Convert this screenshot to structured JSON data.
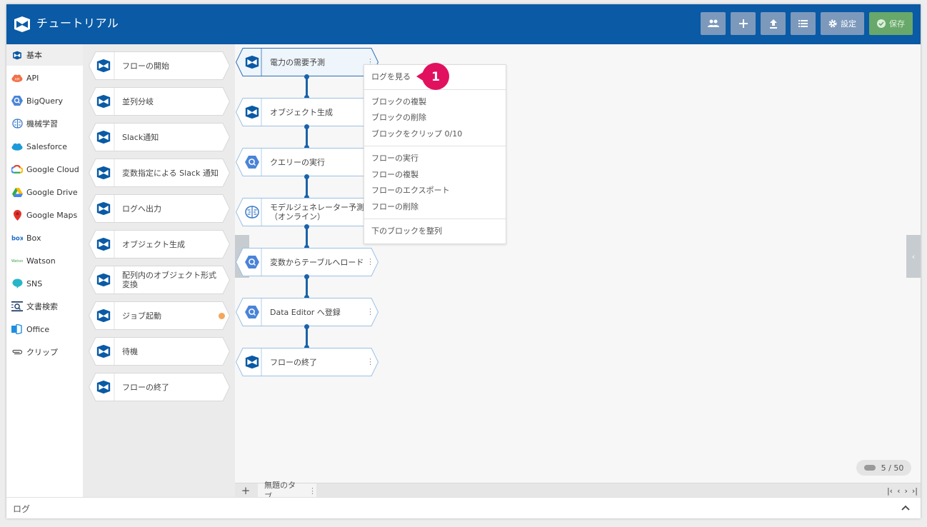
{
  "app": {
    "title": "チュートリアル"
  },
  "header_buttons": [
    {
      "name": "users-button",
      "icon": "users-icon",
      "label": ""
    },
    {
      "name": "add-button",
      "icon": "plus-icon",
      "label": ""
    },
    {
      "name": "upload-button",
      "icon": "upload-icon",
      "label": ""
    },
    {
      "name": "list-button",
      "icon": "list-icon",
      "label": ""
    },
    {
      "name": "settings-button",
      "icon": "gear-icon",
      "label": "設定"
    },
    {
      "name": "save-button",
      "icon": "check-circle-icon",
      "label": "保存"
    }
  ],
  "categories": [
    {
      "label": "基本",
      "icon": "flow-logo-icon",
      "active": true
    },
    {
      "label": "API",
      "icon": "api-cloud-icon"
    },
    {
      "label": "BigQuery",
      "icon": "bigquery-icon"
    },
    {
      "label": "機械学習",
      "icon": "brain-icon"
    },
    {
      "label": "Salesforce",
      "icon": "salesforce-cloud-icon"
    },
    {
      "label": "Google Cloud",
      "icon": "google-cloud-icon"
    },
    {
      "label": "Google Drive",
      "icon": "google-drive-icon"
    },
    {
      "label": "Google Maps",
      "icon": "map-pin-icon"
    },
    {
      "label": "Box",
      "icon": "box-logo-icon"
    },
    {
      "label": "Watson",
      "icon": "watson-logo-icon"
    },
    {
      "label": "SNS",
      "icon": "chat-bubble-icon"
    },
    {
      "label": "文書検索",
      "icon": "document-search-icon"
    },
    {
      "label": "Office",
      "icon": "office-icon"
    },
    {
      "label": "クリップ",
      "icon": "paperclip-icon"
    }
  ],
  "palette_blocks": [
    {
      "label": "フローの開始"
    },
    {
      "label": "並列分岐"
    },
    {
      "label": "Slack通知"
    },
    {
      "label": "変数指定による Slack 通知"
    },
    {
      "label": "ログへ出力"
    },
    {
      "label": "オブジェクト生成"
    },
    {
      "label": "配列内のオブジェクト形式変換"
    },
    {
      "label": "ジョブ起動",
      "dot": true
    },
    {
      "label": "待機"
    },
    {
      "label": "フローの終了"
    }
  ],
  "flow_blocks": [
    {
      "label": "電力の需要予測",
      "icon": "flow-logo-icon",
      "selected": true
    },
    {
      "label": "オブジェクト生成",
      "icon": "flow-logo-icon"
    },
    {
      "label": "クエリーの実行",
      "icon": "bigquery-icon"
    },
    {
      "label": "モデルジェネレーター予測（オンライン）",
      "icon": "brain-icon"
    },
    {
      "label": "変数からテーブルへロード",
      "icon": "bigquery-icon"
    },
    {
      "label": "Data Editor へ登録",
      "icon": "bigquery-icon"
    },
    {
      "label": "フローの終了",
      "icon": "flow-logo-icon"
    }
  ],
  "context_menu": {
    "groups": [
      [
        "ログを見る"
      ],
      [
        "ブロックの複製",
        "ブロックの削除",
        "ブロックをクリップ 0/10"
      ],
      [
        "フローの実行",
        "フローの複製",
        "フローのエクスポート",
        "フローの削除"
      ],
      [
        "下のブロックを整列"
      ]
    ]
  },
  "step_badge": "1",
  "block_counter": "5 / 50",
  "tabs": [
    {
      "label": "無題のタブ"
    }
  ],
  "log": {
    "label": "ログ"
  },
  "colors": {
    "header": "#0a5aa5",
    "accent": "#1a63a8",
    "save": "#68a86a",
    "badge": "#e1115f"
  }
}
